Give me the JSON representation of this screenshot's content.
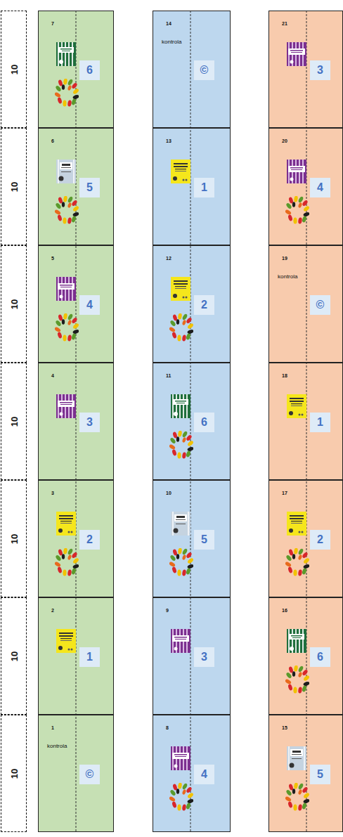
{
  "diagram": {
    "nodes": [
      {
        "text": [
          "10"
        ]
      },
      {
        "text": [
          "7"
        ]
      },
      {
        "text": [
          "6"
        ],
        "in": 1
      },
      {
        "text": [
          "14",
          "kontrola"
        ]
      },
      {
        "text": [
          "©"
        ],
        "in": 3
      },
      {
        "text": [
          "21"
        ]
      },
      {
        "text": [
          "3"
        ],
        "in": 5
      },
      {
        "text": [
          "10"
        ]
      },
      {
        "text": [
          "6"
        ]
      },
      {
        "text": [
          "5"
        ],
        "in": 8
      },
      {
        "text": [
          "13"
        ]
      },
      {
        "text": [
          "1"
        ],
        "in": 10
      },
      {
        "text": [
          "20"
        ]
      },
      {
        "text": [
          "4"
        ],
        "in": 12
      },
      {
        "text": [
          "10"
        ]
      },
      {
        "text": [
          "5"
        ]
      },
      {
        "text": [
          "4"
        ],
        "in": 15
      },
      {
        "text": [
          "12"
        ]
      },
      {
        "text": [
          "2"
        ],
        "in": 17
      },
      {
        "text": [
          "19",
          "kontrola"
        ]
      },
      {
        "text": [
          "©"
        ],
        "in": 19
      },
      {
        "text": [
          "10"
        ]
      },
      {
        "text": [
          "4"
        ]
      },
      {
        "text": [
          "3"
        ],
        "in": 22
      },
      {
        "text": [
          "11"
        ]
      },
      {
        "text": [
          "6"
        ],
        "in": 24
      },
      {
        "text": [
          "18"
        ]
      },
      {
        "text": [
          "1"
        ],
        "in": 26
      },
      {
        "text": [
          "10"
        ]
      },
      {
        "text": [
          "3"
        ]
      },
      {
        "text": [
          "2"
        ],
        "in": 29
      },
      {
        "text": [
          "10"
        ]
      },
      {
        "text": [
          "5"
        ],
        "in": 31
      },
      {
        "text": [
          "17"
        ]
      },
      {
        "text": [
          "2"
        ],
        "in": 33
      },
      {
        "text": [
          "10"
        ]
      },
      {
        "text": [
          "2"
        ]
      },
      {
        "text": [
          "1"
        ],
        "in": 36
      },
      {
        "text": [
          "9"
        ]
      },
      {
        "text": [
          "3"
        ],
        "in": 38
      },
      {
        "text": [
          "16"
        ]
      },
      {
        "text": [
          "6"
        ],
        "in": 40
      },
      {
        "text": [
          "10"
        ]
      },
      {
        "text": [
          "1",
          "kontrola"
        ]
      },
      {
        "text": [
          "©"
        ],
        "in": 43
      },
      {
        "text": [
          "8"
        ]
      },
      {
        "text": [
          "4"
        ],
        "in": 45
      },
      {
        "text": [
          "15"
        ]
      },
      {
        "text": [
          "5"
        ],
        "in": 47
      }
    ]
  }
}
